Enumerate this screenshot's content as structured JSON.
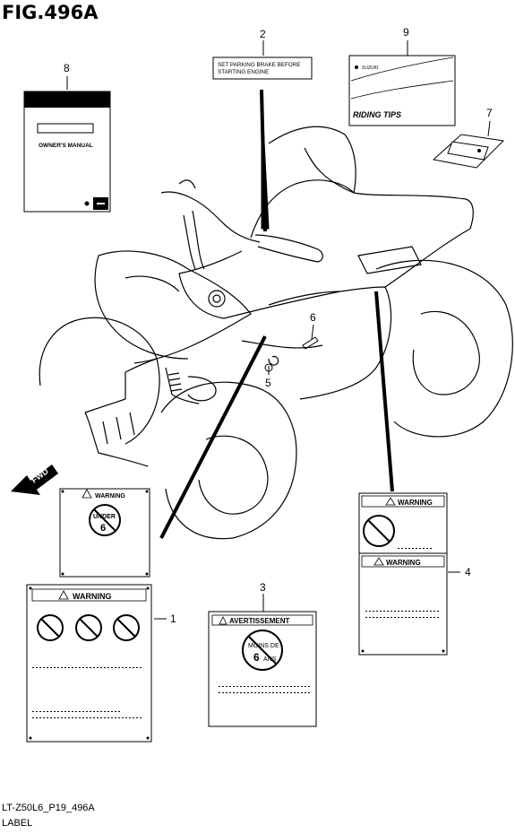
{
  "figure": {
    "title": "FIG.496A"
  },
  "footer": {
    "code": "LT-Z50L6_P19_496A",
    "label": "LABEL"
  },
  "callouts": [
    "1",
    "2",
    "3",
    "4",
    "5",
    "6",
    "7",
    "8",
    "9"
  ],
  "fwd_arrow": {
    "text": "FWD"
  },
  "parts": {
    "manual": {
      "text": "OWNER'S MANUAL"
    },
    "parking_label": {
      "line1": "SET PARKING BRAKE BEFORE",
      "line2": "STARTING ENGINE"
    },
    "riding_tips": {
      "brand": "SUZUKI",
      "text": "RIDING TIPS"
    },
    "under6_label": {
      "heading": "WARNING",
      "under": "UNDER",
      "age": "6"
    },
    "label1": {
      "heading": "WARNING"
    },
    "label3": {
      "heading": "AVERTISSEMENT",
      "line1": "MOINS DE",
      "age": "6",
      "ans": "ANS"
    },
    "label4": {
      "heading_top": "WARNING",
      "heading_bottom": "WARNING"
    }
  }
}
